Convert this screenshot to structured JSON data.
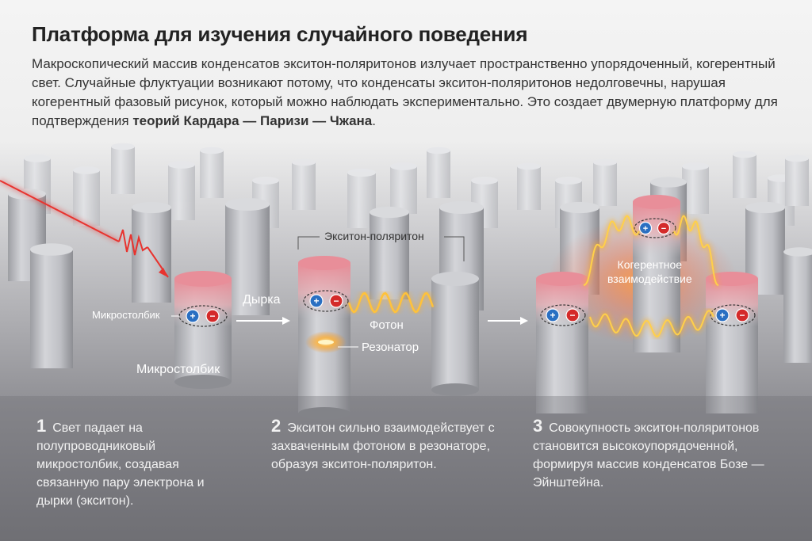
{
  "title": "Платформа для изучения случайного поведения",
  "intro": {
    "text": "Макроскопический массив конденсатов экситон-поляритонов излучает пространственно упорядоченный, когерентный свет. Случайные флуктуации возникают потому, что конденсаты экситон-поляритонов недолговечны, нарушая когерентный фазовый рисунок, который можно наблюдать экспериментально. Это создает двумерную платформу для подтверждения ",
    "bold": "теорий Кардара — Паризи — Чжана",
    "end": "."
  },
  "labels": {
    "micropillar_inner": "Микростолбик",
    "micropillar": "Микростолбик",
    "hole": "Дырка",
    "exciton_polariton": "Экситон-поляритон",
    "photon": "Фотон",
    "resonator": "Резонатор",
    "coherent": "Когерентное",
    "interaction": "взаимодействие"
  },
  "steps": [
    {
      "num": "1",
      "text": "Свет падает на полупроводниковый микростолбик, создавая связанную пару электрона и дырки (экситон)."
    },
    {
      "num": "2",
      "text": "Экситон сильно взаимодействует с захваченным фотоном в резонаторе, образуя экситон-поляритон."
    },
    {
      "num": "3",
      "text": "Совокупность экситон-поляритонов становится высокоупорядоченной, формируя массив конденсатов Бозе — Эйнштейна."
    }
  ],
  "icons": [
    "hole-plus-icon",
    "electron-minus-icon",
    "arrow-right-icon",
    "laser-beam-icon",
    "photon-wave-icon"
  ],
  "colors": {
    "laser": "#e8332e",
    "glow": "#ffb020",
    "pillar_pink": "#e89aa3",
    "hole_blue": "#2a6fc2",
    "electron_red": "#d42a2a"
  }
}
